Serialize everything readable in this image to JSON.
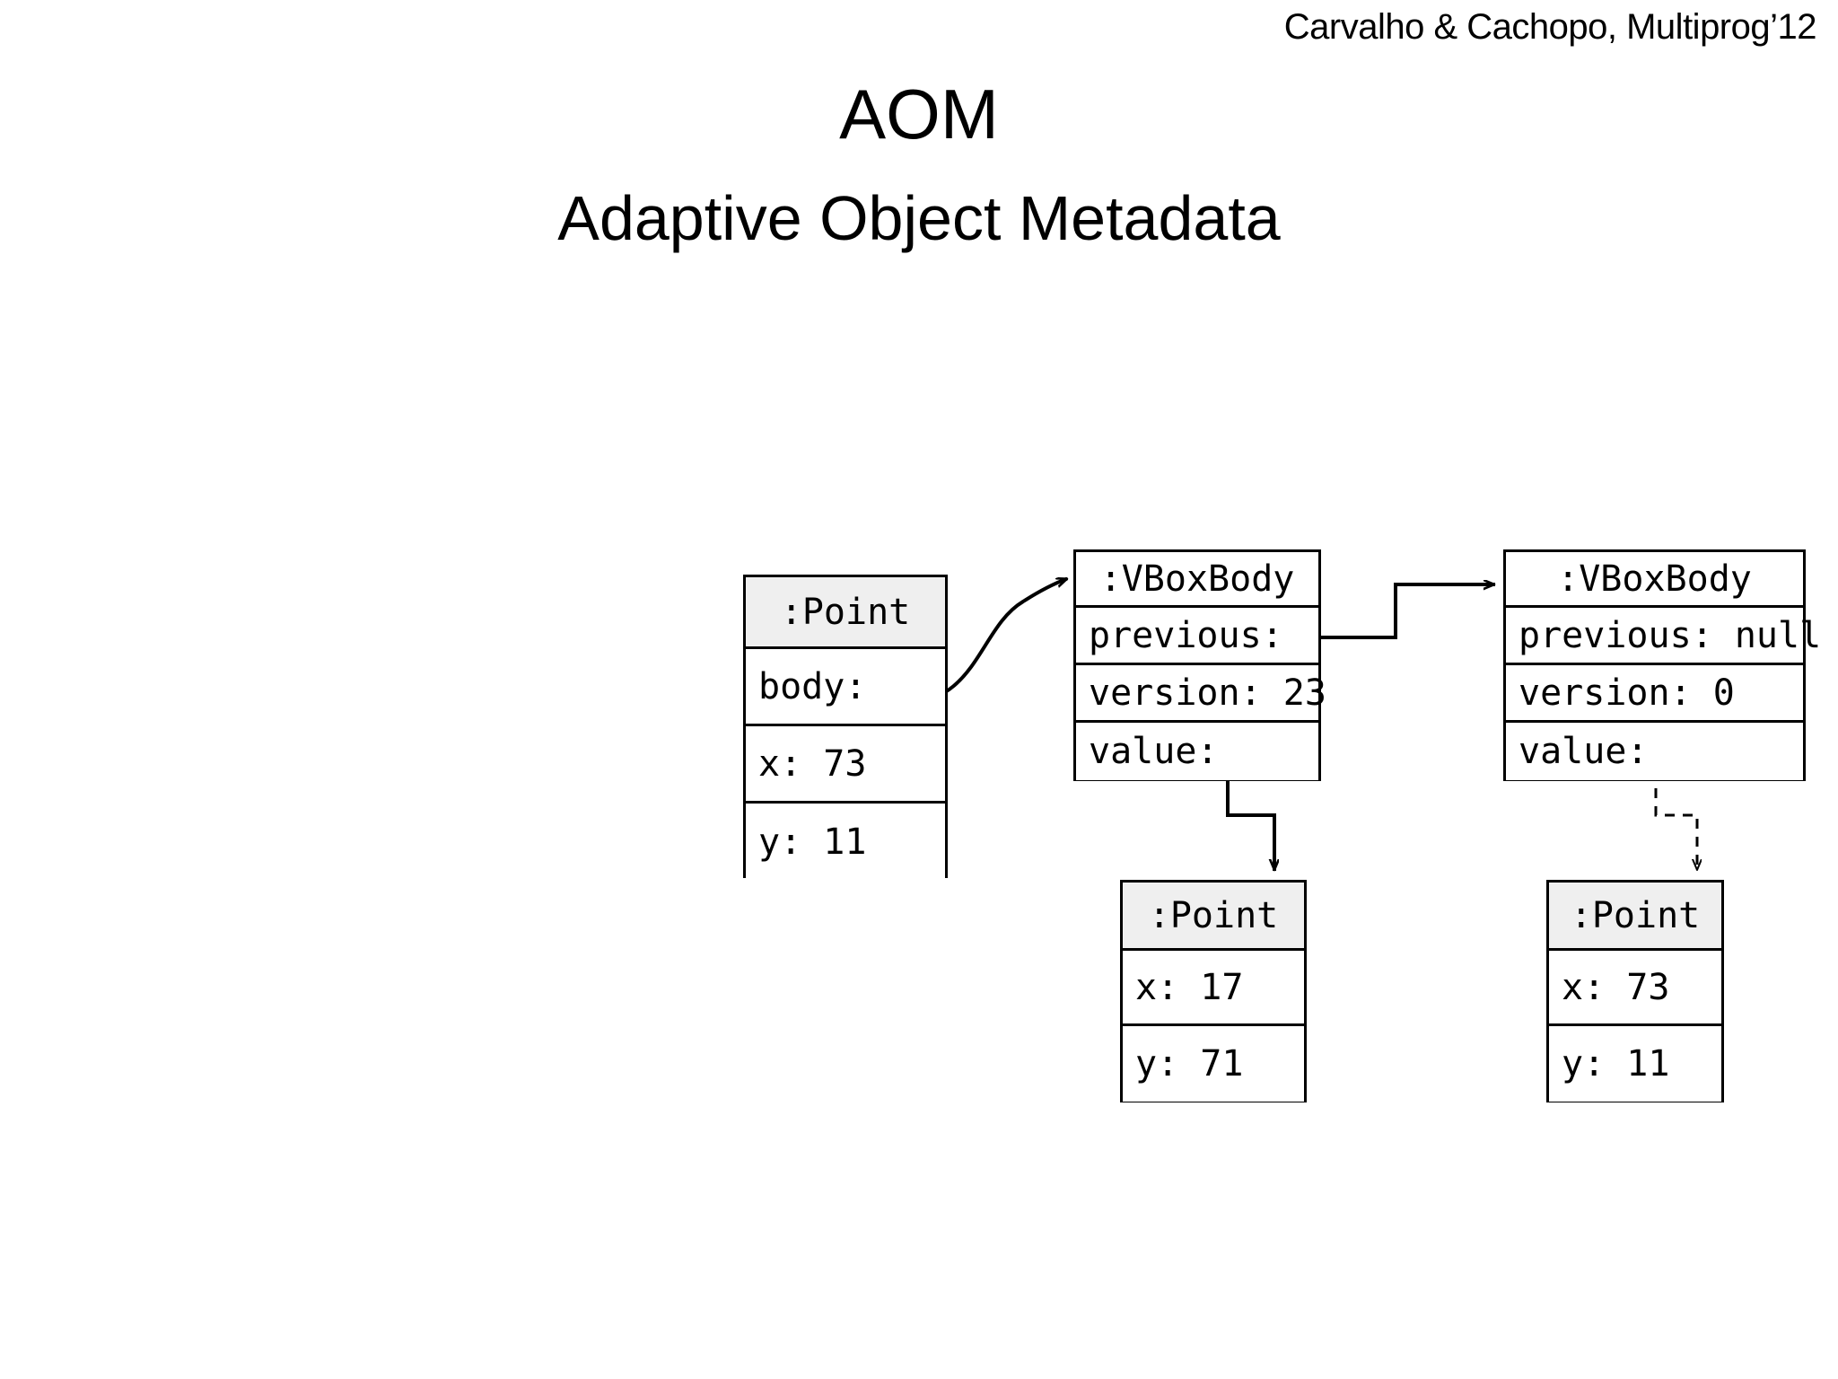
{
  "slide": {
    "header": "Carvalho & Cachopo, Multiprog’12",
    "title": "AOM",
    "subtitle": "Adaptive Object Metadata"
  },
  "colors": {
    "background": "#ffffff",
    "stroke": "#000000",
    "header_fill_shaded": "#efefef",
    "header_fill_plain": "#ffffff"
  },
  "diagram": {
    "type": "object-instance-diagram",
    "boxes": [
      {
        "id": "point-main",
        "header": ":Point",
        "header_shaded": true,
        "rows": [
          "body:",
          "x: 73",
          "y: 11"
        ]
      },
      {
        "id": "vbox-1",
        "header": ":VBoxBody",
        "header_shaded": false,
        "rows": [
          "previous:",
          "version: 23",
          "value:"
        ]
      },
      {
        "id": "vbox-2",
        "header": ":VBoxBody",
        "header_shaded": false,
        "rows": [
          "previous: null",
          "version: 0",
          "value:"
        ]
      },
      {
        "id": "point-v1",
        "header": ":Point",
        "header_shaded": true,
        "rows": [
          "x: 17",
          "y: 71"
        ]
      },
      {
        "id": "point-v2",
        "header": ":Point",
        "header_shaded": true,
        "rows": [
          "x: 73",
          "y: 11"
        ]
      }
    ],
    "connectors": [
      {
        "id": "body-to-vbox1",
        "from": "point-main.body:",
        "to": "vbox-1",
        "style": "curved",
        "dashed": false
      },
      {
        "id": "previous-to-vbox2",
        "from": "vbox-1.previous:",
        "to": "vbox-2",
        "style": "orthogonal",
        "dashed": false
      },
      {
        "id": "value1-to-point",
        "from": "vbox-1.value:",
        "to": "point-v1",
        "style": "orthogonal",
        "dashed": false
      },
      {
        "id": "value2-to-point",
        "from": "vbox-2.value:",
        "to": "point-v2",
        "style": "orthogonal",
        "dashed": true
      }
    ]
  }
}
